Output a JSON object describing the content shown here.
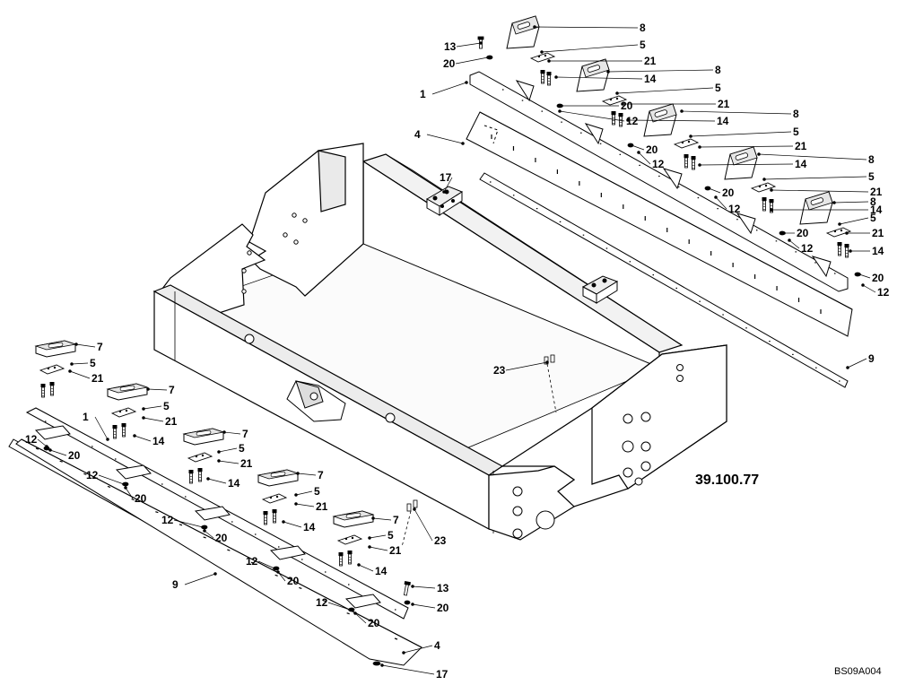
{
  "reference_code": "39.100.77",
  "drawing_id": "BS09A004",
  "callouts": [
    {
      "label": "13"
    },
    {
      "label": "20"
    },
    {
      "label": "1"
    },
    {
      "label": "8"
    },
    {
      "label": "5"
    },
    {
      "label": "21"
    },
    {
      "label": "14"
    },
    {
      "label": "20"
    },
    {
      "label": "12"
    },
    {
      "label": "8"
    },
    {
      "label": "5"
    },
    {
      "label": "21"
    },
    {
      "label": "14"
    },
    {
      "label": "4"
    },
    {
      "label": "20"
    },
    {
      "label": "12"
    },
    {
      "label": "8"
    },
    {
      "label": "5"
    },
    {
      "label": "21"
    },
    {
      "label": "14"
    },
    {
      "label": "20"
    },
    {
      "label": "12"
    },
    {
      "label": "8"
    },
    {
      "label": "5"
    },
    {
      "label": "21"
    },
    {
      "label": "14"
    },
    {
      "label": "20"
    },
    {
      "label": "12"
    },
    {
      "label": "8"
    },
    {
      "label": "5"
    },
    {
      "label": "21"
    },
    {
      "label": "14"
    },
    {
      "label": "20"
    },
    {
      "label": "12"
    },
    {
      "label": "17"
    },
    {
      "label": "9"
    },
    {
      "label": "23"
    },
    {
      "label": "7"
    },
    {
      "label": "5"
    },
    {
      "label": "21"
    },
    {
      "label": "1"
    },
    {
      "label": "12"
    },
    {
      "label": "20"
    },
    {
      "label": "7"
    },
    {
      "label": "5"
    },
    {
      "label": "21"
    },
    {
      "label": "14"
    },
    {
      "label": "12"
    },
    {
      "label": "20"
    },
    {
      "label": "7"
    },
    {
      "label": "5"
    },
    {
      "label": "21"
    },
    {
      "label": "14"
    },
    {
      "label": "12"
    },
    {
      "label": "20"
    },
    {
      "label": "7"
    },
    {
      "label": "5"
    },
    {
      "label": "21"
    },
    {
      "label": "14"
    },
    {
      "label": "12"
    },
    {
      "label": "20"
    },
    {
      "label": "7"
    },
    {
      "label": "5"
    },
    {
      "label": "21"
    },
    {
      "label": "14"
    },
    {
      "label": "9"
    },
    {
      "label": "12"
    },
    {
      "label": "20"
    },
    {
      "label": "13"
    },
    {
      "label": "20"
    },
    {
      "label": "4"
    },
    {
      "label": "17"
    },
    {
      "label": "23"
    }
  ]
}
